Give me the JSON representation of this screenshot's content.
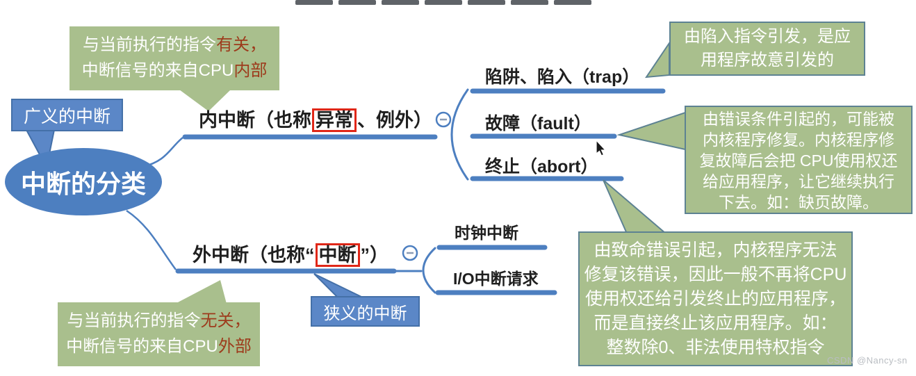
{
  "colors": {
    "branch_blue": "#4d7fc0",
    "note_green": "#a9bf8d",
    "accent_red": "#9d3b1c",
    "highlight_box_red": "#e02718",
    "callout_blue": "#5b87c7"
  },
  "icons": {
    "collapse": "−",
    "cursor": "arrow-pointer"
  },
  "root": {
    "label": "中断的分类"
  },
  "callouts": {
    "guangyi": {
      "label": "广义的中断"
    },
    "xiayi": {
      "label": "狭义的中断"
    }
  },
  "branches": {
    "internal": {
      "pre": "内中断（也称",
      "boxed": "异常",
      "post": "、例外）"
    },
    "external": {
      "pre": "外中断（也称“",
      "boxed": "中断",
      "post": "”）"
    },
    "children_internal": [
      "陷阱、陷入（trap）",
      "故障（fault）",
      "终止（abort）"
    ],
    "children_external": [
      "时钟中断",
      "I/O中断请求"
    ]
  },
  "notes": {
    "internal_cause": {
      "line1_pre": "与当前执行的指令",
      "line1_accent": "有关，",
      "line2_pre": "中断信号的来自CPU",
      "line2_accent": "内部"
    },
    "external_cause": {
      "line1_pre": "与当前执行的指令",
      "line1_accent": "无关，",
      "line2_pre": "中断信号的来自CPU",
      "line2_accent": "外部"
    },
    "trap": {
      "lines": [
        "由陷入指令引发，是应",
        "用程序故意引发的"
      ]
    },
    "fault": {
      "lines": [
        "由错误条件引起的，可能被",
        "内核程序修复。内核程序修",
        "复故障后会把 CPU使用权还",
        "给应用程序，让它继续执行",
        "下去。如：缺页故障。"
      ]
    },
    "abort": {
      "lines": [
        "由致命错误引起，内核程序无法",
        "修复该错误，因此一般不再将CPU",
        "使用权还给引发终止的应用程序，",
        "而是直接终止该应用程序。如：",
        "整数除0、非法使用特权指令"
      ]
    }
  },
  "watermark": "CSDN @Nancy-sn"
}
